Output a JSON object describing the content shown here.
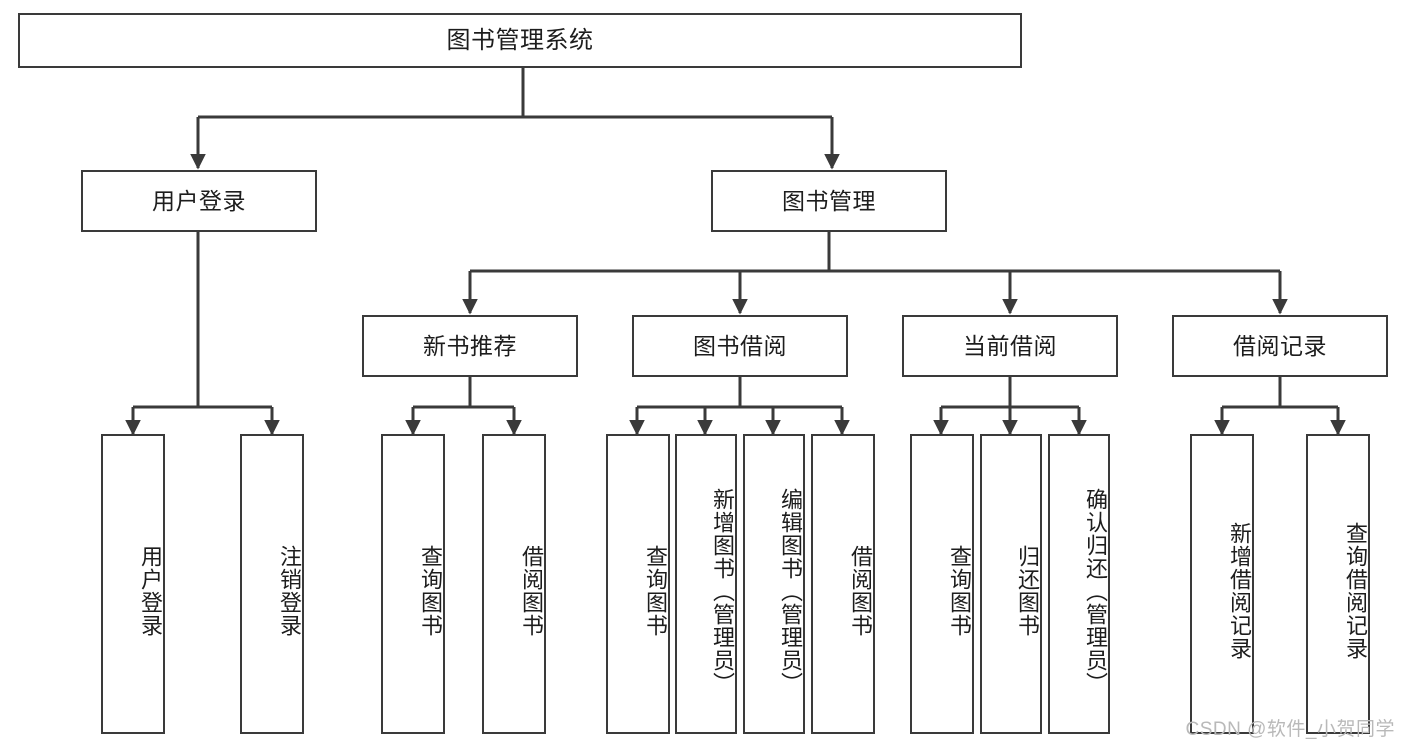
{
  "diagram": {
    "title": "图书管理系统",
    "watermark": "CSDN @软件_小贺同学",
    "colors": {
      "stroke": "#3a3a3a",
      "fill": "#ffffff",
      "text": "#1d1d1d",
      "watermark": "#b9b9b9"
    },
    "levels": {
      "root": {
        "label": "图书管理系统"
      },
      "level2": [
        {
          "label": "用户登录"
        },
        {
          "label": "图书管理"
        }
      ],
      "level3": [
        {
          "label": "新书推荐"
        },
        {
          "label": "图书借阅"
        },
        {
          "label": "当前借阅"
        },
        {
          "label": "借阅记录"
        }
      ],
      "leaves": {
        "user_login": [
          {
            "label": "用户登录"
          },
          {
            "label": "注销登录"
          }
        ],
        "new_book_recommend": [
          {
            "label": "查询图书"
          },
          {
            "label": "借阅图书"
          }
        ],
        "book_borrow": [
          {
            "label": "查询图书"
          },
          {
            "label": "新增图书（管理员）"
          },
          {
            "label": "编辑图书（管理员）"
          },
          {
            "label": "借阅图书"
          }
        ],
        "current_borrow": [
          {
            "label": "查询图书"
          },
          {
            "label": "归还图书"
          },
          {
            "label": "确认归还（管理员）"
          }
        ],
        "borrow_record": [
          {
            "label": "新增借阅记录"
          },
          {
            "label": "查询借阅记录"
          }
        ]
      }
    }
  }
}
